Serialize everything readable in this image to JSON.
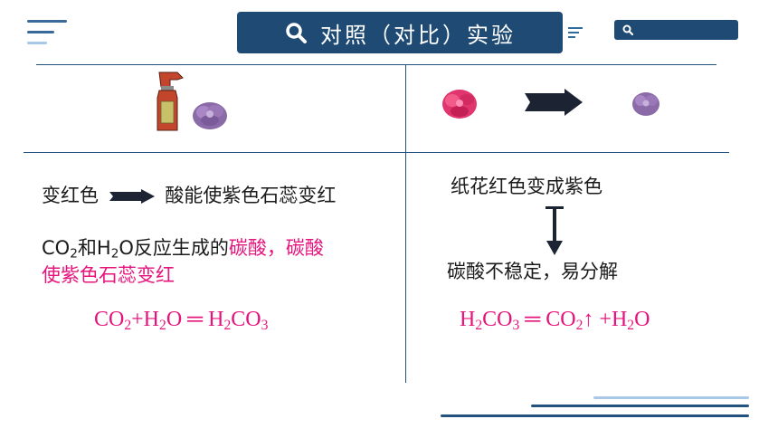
{
  "header": {
    "title": "对照（对比）实验",
    "search_icon": "magnifier-icon"
  },
  "left": {
    "line1_prefix": "变红色",
    "line1_suffix": "酸能使紫色石蕊变红",
    "reaction_prefix_co": "CO",
    "reaction_sub_2a": "2",
    "reaction_and": "和H",
    "reaction_sub_2b": "2",
    "reaction_o": "O反应生成的",
    "reaction_pink": "碳酸，碳酸",
    "reaction_line2": "使紫色石蕊变红",
    "eq": {
      "co": "CO",
      "s1": "2",
      "plus_h": "+H",
      "s2": "2",
      "o_eq": "O ═ H",
      "s3": "2",
      "co2": "CO",
      "s4": "3"
    }
  },
  "right": {
    "line1": "纸花红色变成紫色",
    "line2": "碳酸不稳定，易分解",
    "eq": {
      "h": "H",
      "s1": "2",
      "co": "CO",
      "s2": "3",
      "eq_co": " ═ CO",
      "s3": "2",
      "up_plus_h": "↑ +H",
      "s4": "2",
      "o": "O"
    }
  },
  "colors": {
    "accent": "#1f4a73",
    "line": "#24527f",
    "pink": "#e5147c",
    "light": "#a9c7e6"
  }
}
